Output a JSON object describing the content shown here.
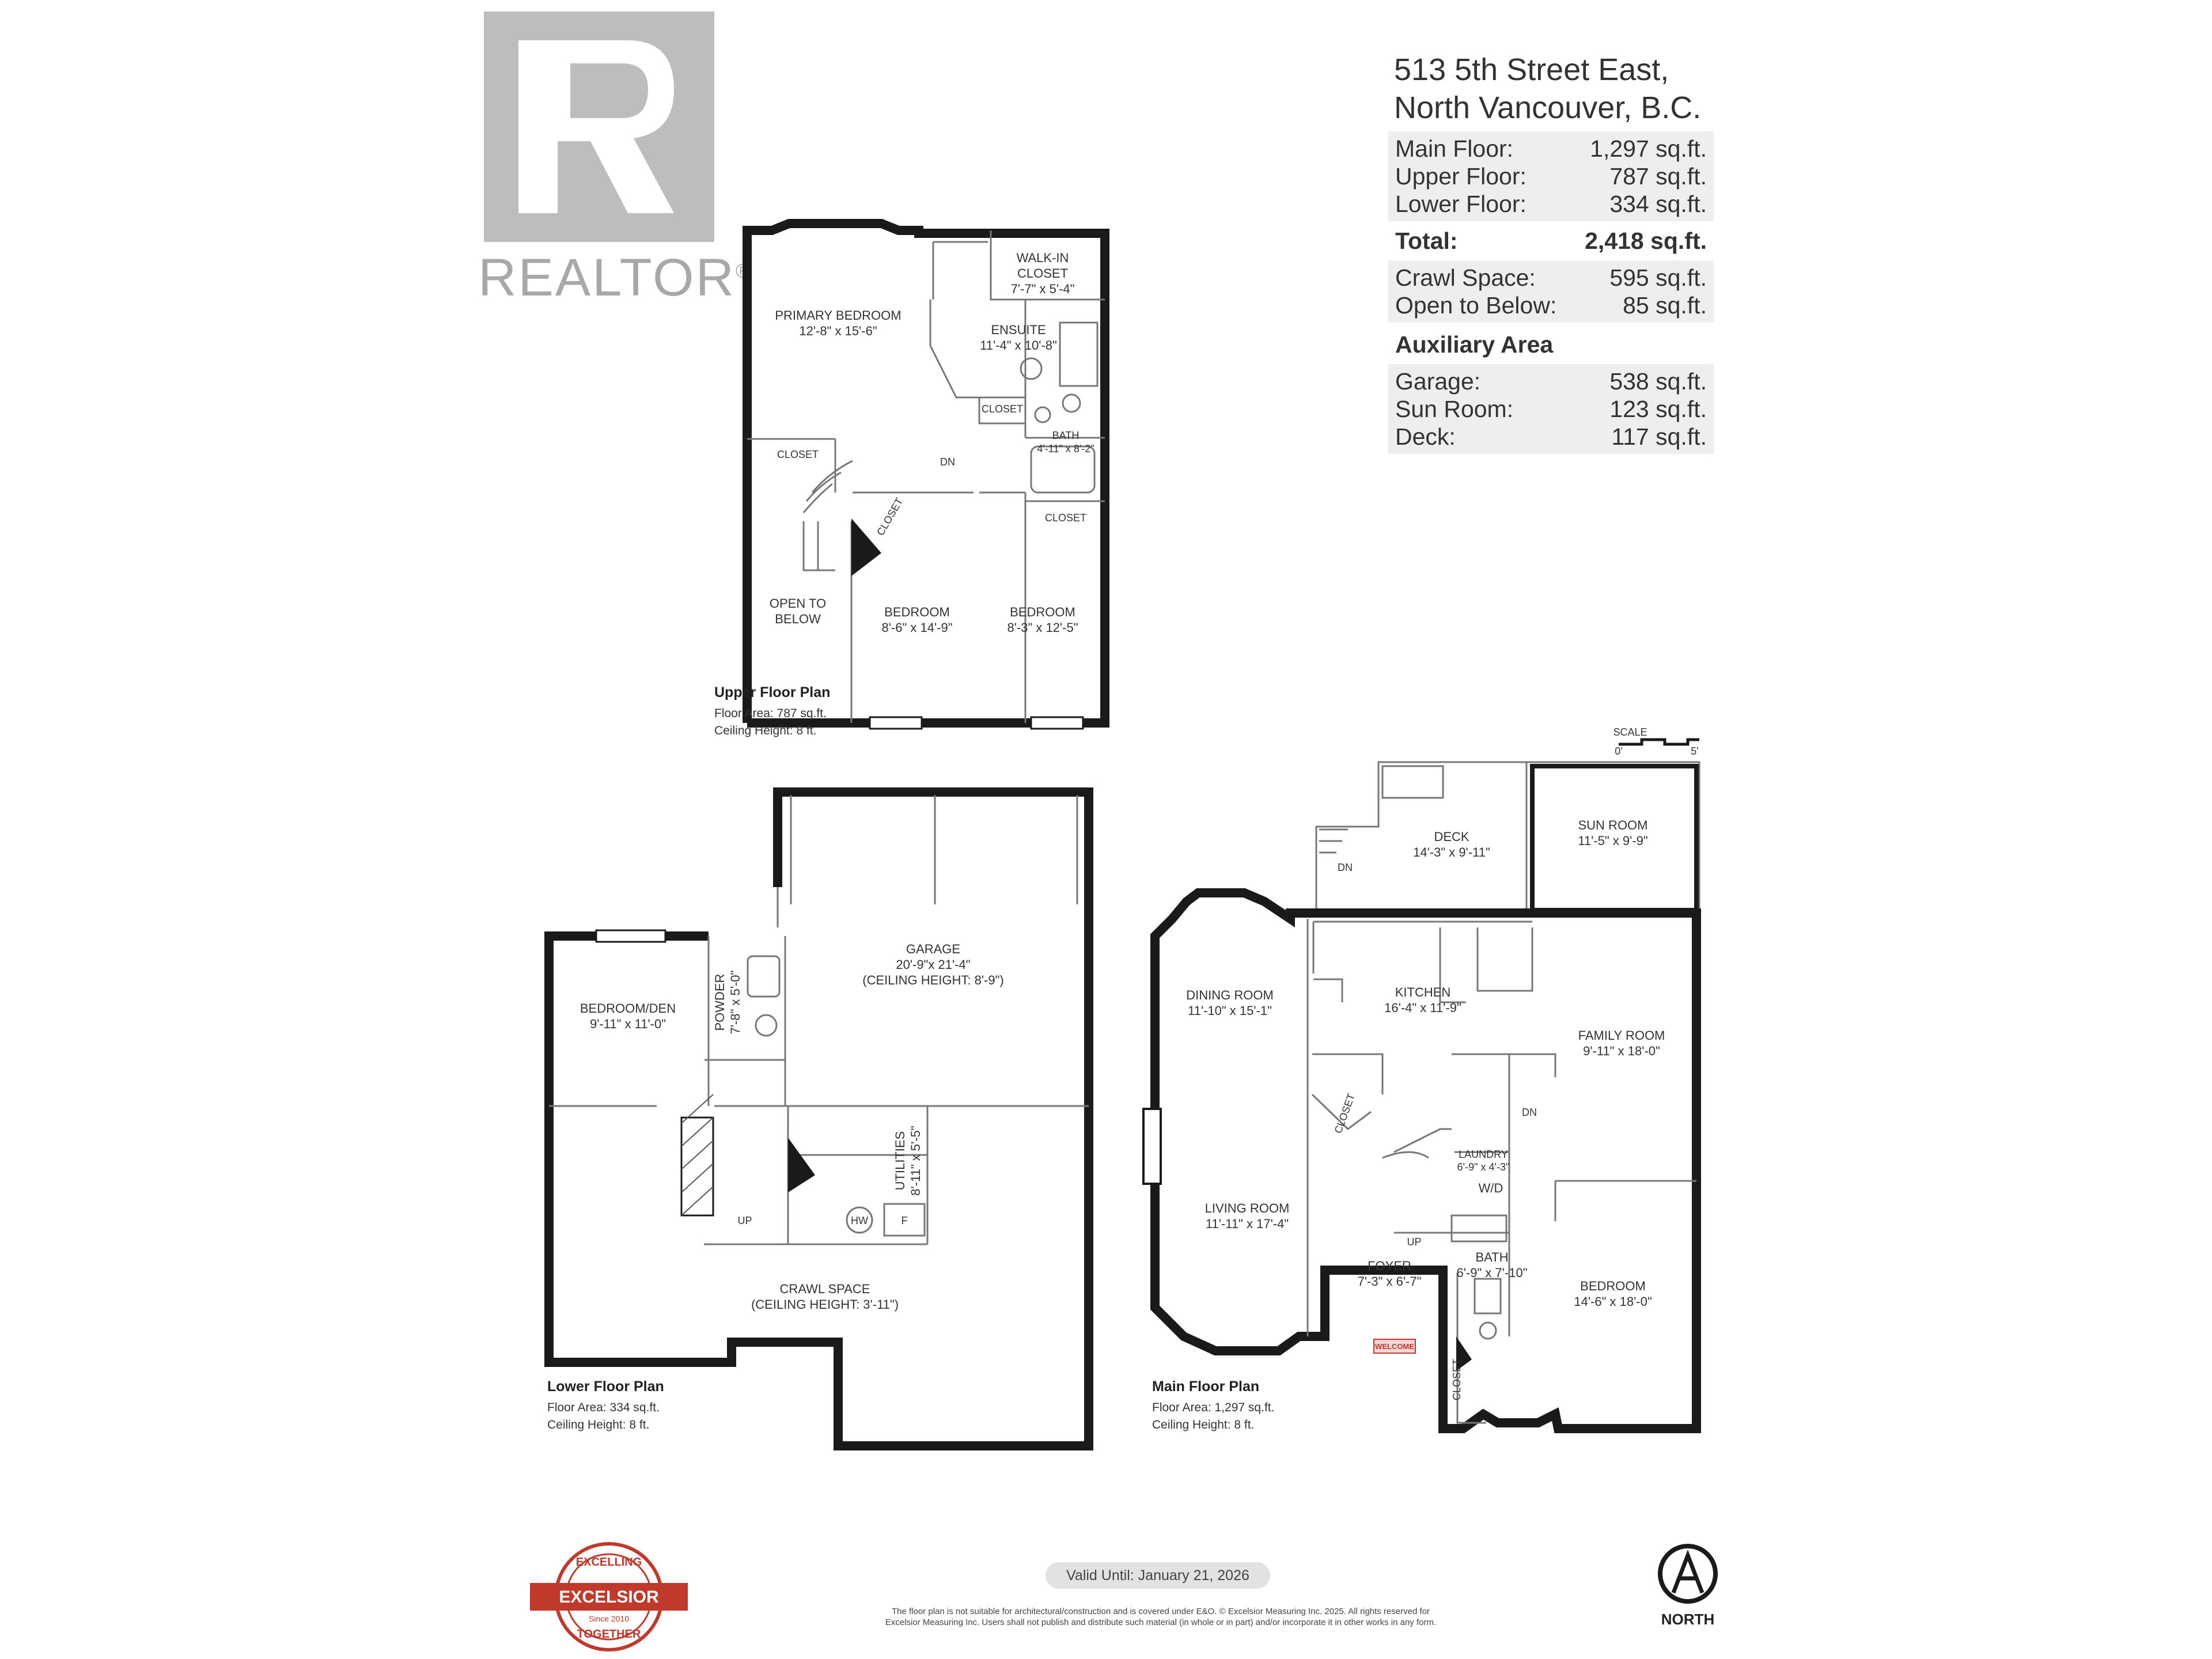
{
  "logo": {
    "word": "REALTOR",
    "mark": "®"
  },
  "address": {
    "line1": "513 5th Street East,",
    "line2": "North Vancouver, B.C."
  },
  "areas": {
    "main": [
      {
        "label": "Main Floor:",
        "value": "1,297 sq.ft."
      },
      {
        "label": "Upper Floor:",
        "value": "787 sq.ft."
      },
      {
        "label": "Lower Floor:",
        "value": "334 sq.ft."
      }
    ],
    "total": {
      "label": "Total:",
      "value": "2,418 sq.ft."
    },
    "other": [
      {
        "label": "Crawl Space:",
        "value": "595 sq.ft."
      },
      {
        "label": "Open to Below:",
        "value": "85 sq.ft."
      }
    ],
    "aux_title": "Auxiliary Area",
    "aux": [
      {
        "label": "Garage:",
        "value": "538 sq.ft."
      },
      {
        "label": "Sun Room:",
        "value": "123 sq.ft."
      },
      {
        "label": "Deck:",
        "value": "117 sq.ft."
      }
    ]
  },
  "upper": {
    "title": "Upper Floor Plan",
    "area": "Floor Area: 787 sq.ft.",
    "ceiling": "Ceiling Height: 8 ft.",
    "primary_name": "PRIMARY BEDROOM",
    "primary_dim": "12'-8\" x 15'-6\"",
    "walkin_l1": "WALK-IN",
    "walkin_l2": "CLOSET",
    "walkin_dim": "7'-7\" x 5'-4\"",
    "ensuite_name": "ENSUITE",
    "ensuite_dim": "11'-4\" x 10'-8\"",
    "closet_a": "CLOSET",
    "closet_b": "CLOSET",
    "closet_c": "CLOSET",
    "closet_d": "CLOSET",
    "bath_name": "BATH",
    "bath_dim": "4'-11\" x 8'-2\"",
    "dn": "DN",
    "open_l1": "OPEN TO",
    "open_l2": "BELOW",
    "bed1_name": "BEDROOM",
    "bed1_dim": "8'-6\" x 14'-9\"",
    "bed2_name": "BEDROOM",
    "bed2_dim": "8'-3\" x 12'-5\""
  },
  "lower": {
    "title": "Lower Floor Plan",
    "area": "Floor Area: 334 sq.ft.",
    "ceiling": "Ceiling Height: 8 ft.",
    "garage_name": "GARAGE",
    "garage_dim": "20'-9\"x 21'-4\"",
    "garage_ceiling": "(CEILING HEIGHT: 8'-9\")",
    "den_name": "BEDROOM/DEN",
    "den_dim": "9'-11\" x 11'-0\"",
    "powder_name": "POWDER",
    "powder_dim": "7'-8\" x 5'-0\"",
    "util_name": "UTILITIES",
    "util_dim": "8'-11\" x 5'-5\"",
    "hw": "HW",
    "f": "F",
    "up": "UP",
    "crawl_name": "CRAWL SPACE",
    "crawl_ceiling": "(CEILING HEIGHT: 3'-11\")"
  },
  "main": {
    "title": "Main Floor Plan",
    "area": "Floor Area: 1,297 sq.ft.",
    "ceiling": "Ceiling Height: 8 ft.",
    "scale_label": "SCALE",
    "scale_0": "0'",
    "scale_5": "5'",
    "deck_name": "DECK",
    "deck_dim": "14'-3\" x 9'-11\"",
    "sun_name": "SUN ROOM",
    "sun_dim": "11'-5\" x 9'-9\"",
    "dn_deck": "DN",
    "dn_main": "DN",
    "up_main": "UP",
    "dining_name": "DINING ROOM",
    "dining_dim": "11'-10\" x 15'-1\"",
    "kitchen_name": "KITCHEN",
    "kitchen_dim": "16'-4\" x 11'-9\"",
    "family_name": "FAMILY ROOM",
    "family_dim": "9'-11\" x 18'-0\"",
    "closet": "CLOSET",
    "closet2": "CLOSET",
    "laundry_name": "LAUNDRY",
    "laundry_dim": "6'-9\" x 4'-3\"",
    "wd": "W/D",
    "living_name": "LIVING ROOM",
    "living_dim": "11'-11\" x 17'-4\"",
    "foyer_name": "FOYER",
    "foyer_dim": "7'-3\" x 6'-7\"",
    "bath_name": "BATH",
    "bath_dim": "6'-9\" x 7'-10\"",
    "bedroom_name": "BEDROOM",
    "bedroom_dim": "14'-6\" x 18'-0\"",
    "welcome": "WELCOME"
  },
  "badge": {
    "top": "EXCELLING",
    "middle": "EXCELSIOR",
    "since": "Since 2010",
    "bottom": "TOGETHER"
  },
  "north": "NORTH",
  "valid": "Valid Until: January 21, 2026",
  "disclaimer_l1": "The floor plan is not suitable for architectural/construction and is covered under E&O. © Excelsior Measuring Inc. 2025. All rights reserved for",
  "disclaimer_l2": "Excelsior Measuring Inc. Users shall not publish and distribute such material (in whole or in part) and/or incorporate it in other works in any form.",
  "colors": {
    "wall": "#1a1a1a",
    "panel": "#eeeeee",
    "logo": "#bdbdbd",
    "badge": "#c0392b"
  }
}
